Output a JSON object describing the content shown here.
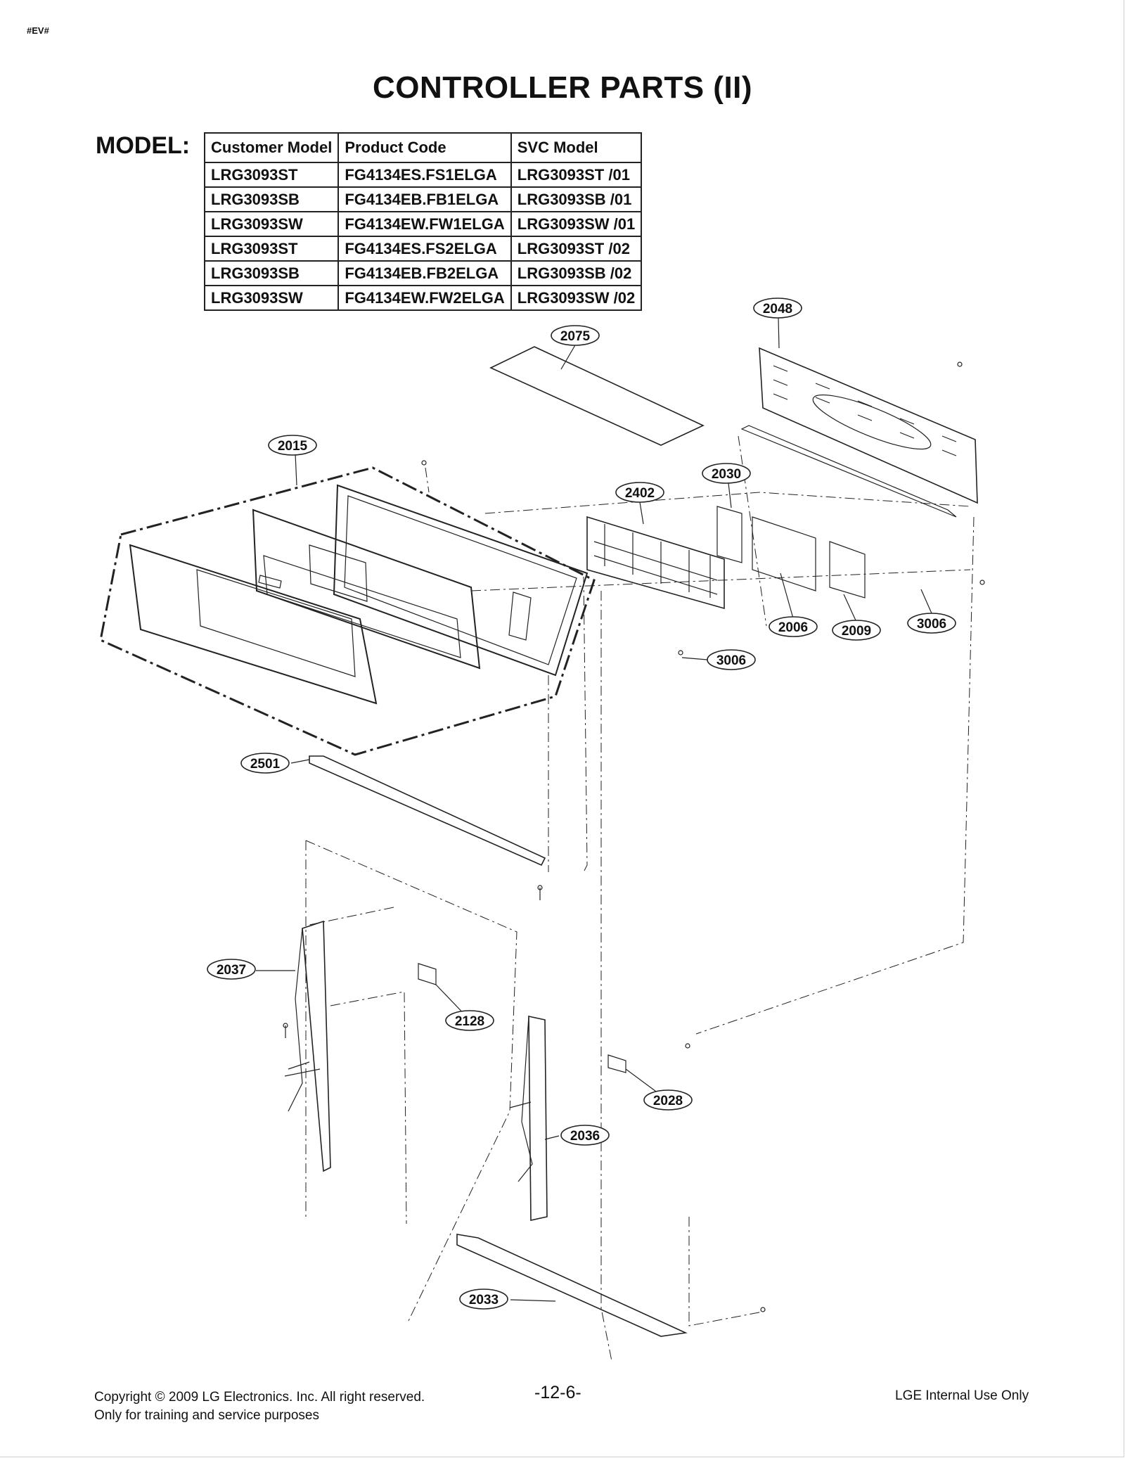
{
  "header_tag": "#EV#",
  "title": "CONTROLLER PARTS (II)",
  "model_label": "MODEL:",
  "model_table": {
    "headers": [
      "Customer Model",
      "Product Code",
      "SVC Model"
    ],
    "rows": [
      [
        "LRG3093ST",
        "FG4134ES.FS1ELGA",
        "LRG3093ST /01"
      ],
      [
        "LRG3093SB",
        "FG4134EB.FB1ELGA",
        "LRG3093SB /01"
      ],
      [
        "LRG3093SW",
        "FG4134EW.FW1ELGA",
        "LRG3093SW /01"
      ],
      [
        "LRG3093ST",
        "FG4134ES.FS2ELGA",
        "LRG3093ST /02"
      ],
      [
        "LRG3093SB",
        "FG4134EB.FB2ELGA",
        "LRG3093SB /02"
      ],
      [
        "LRG3093SW",
        "FG4134EW.FW2ELGA",
        "LRG3093SW /02"
      ]
    ]
  },
  "part_callouts": [
    "2048",
    "2075",
    "2015",
    "2030",
    "2402",
    "2006",
    "2009",
    "3006",
    "3006",
    "2501",
    "2037",
    "2128",
    "2028",
    "2036",
    "2033"
  ],
  "footer": {
    "copyright": "Copyright © 2009 LG Electronics. Inc. All right reserved.",
    "note": "Only for training and service purposes",
    "page_number": "-12-6-",
    "internal": "LGE Internal Use Only"
  }
}
